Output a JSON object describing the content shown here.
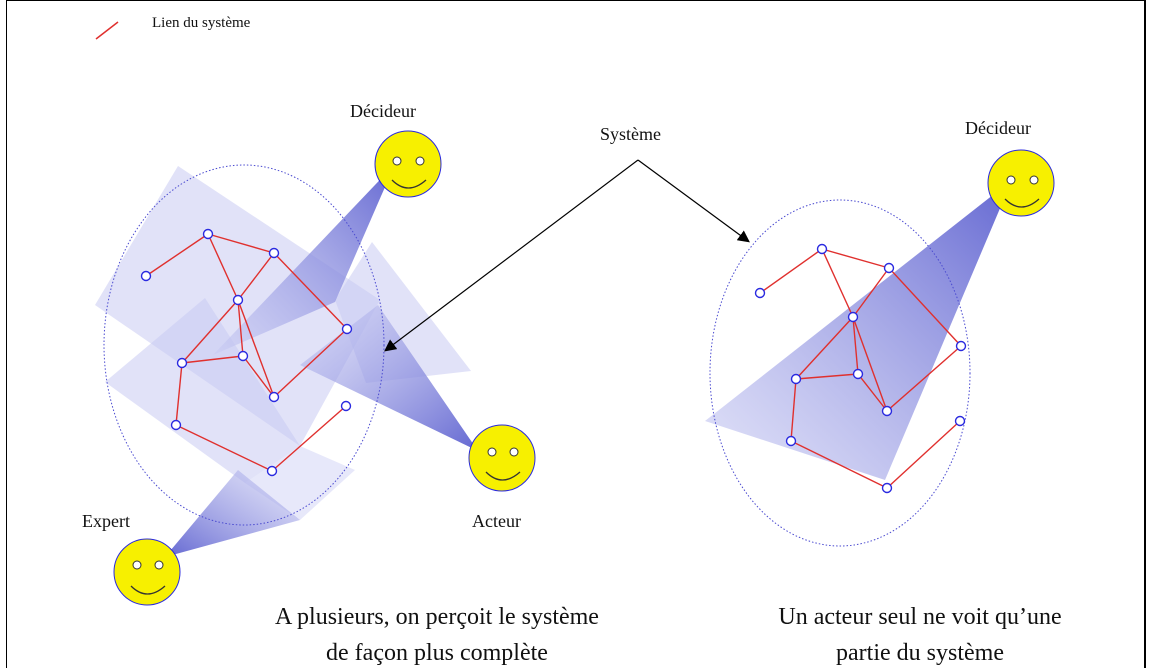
{
  "legend": {
    "label": "Lien du système"
  },
  "labels": {
    "decideur_left": "Décideur",
    "systeme": "Système",
    "decideur_right": "Décideur",
    "expert": "Expert",
    "acteur": "Acteur"
  },
  "captions": {
    "left_line1": "A plusieurs, on perçoit le système",
    "left_line2": "de façon plus complète",
    "right_line1": "Un acteur seul ne voit qu’une",
    "right_line2": "partie du système"
  },
  "colors": {
    "link": "#e0302e",
    "node": "#2a2ae0",
    "smiley": "#f7f000",
    "cone": "#7b7fd6",
    "ellipse": "#5a5ad0"
  }
}
